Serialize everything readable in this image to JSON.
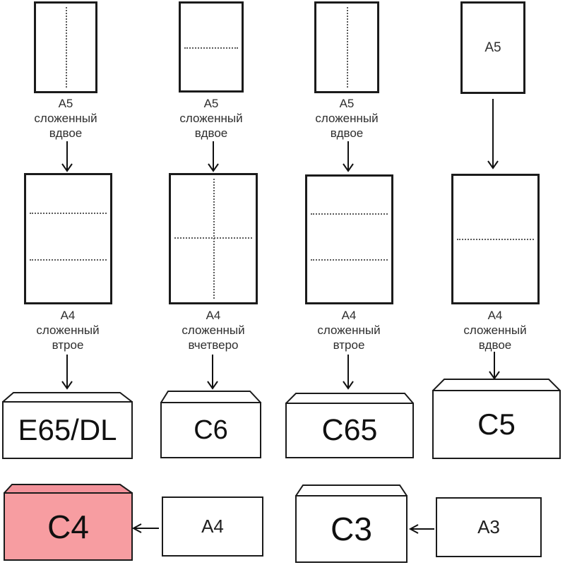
{
  "flow": [
    {
      "a5_caption": [
        "A5",
        "сложенный",
        "вдвое"
      ],
      "a4_caption": [
        "A4",
        "сложенный",
        "втрое"
      ],
      "envelope": "E65/DL"
    },
    {
      "a5_caption": [
        "A5",
        "сложенный",
        "вдвое"
      ],
      "a4_caption": [
        "A4",
        "сложенный",
        "вчетверо"
      ],
      "envelope": "C6"
    },
    {
      "a5_caption": [
        "A5",
        "сложенный",
        "вдвое"
      ],
      "a4_caption": [
        "A4",
        "сложенный",
        "втрое"
      ],
      "envelope": "C65"
    },
    {
      "a5_inner_label": "A5",
      "a4_caption": [
        "A4",
        "сложенный",
        "вдвое"
      ],
      "envelope": "C5"
    }
  ],
  "direct": [
    {
      "envelope": "C4",
      "source": "A4",
      "highlighted": true
    },
    {
      "envelope": "C3",
      "source": "A3",
      "highlighted": false
    }
  ],
  "colors": {
    "highlight_body": "#f79da1",
    "highlight_flap": "#f2929a",
    "outline": "#1a1a1a",
    "envelope_fill": "#ffffff"
  }
}
